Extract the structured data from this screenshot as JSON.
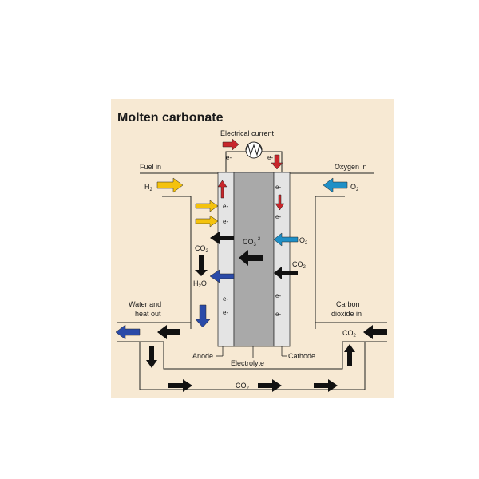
{
  "title": "Molten carbonate",
  "labels": {
    "electrical_current": "Electrical current",
    "fuel_in": "Fuel in",
    "oxygen_in": "Oxygen in",
    "water_line1": "Water and",
    "water_line2": "heat out",
    "carbon_line1": "Carbon",
    "carbon_line2": "dioxide in",
    "anode": "Anode",
    "cathode": "Cathode",
    "electrolyte": "Electrolyte",
    "electron": "e-"
  },
  "chemicals": {
    "h2": {
      "base": "H",
      "sub": "2",
      "sup": ""
    },
    "o2_in": {
      "base": "O",
      "sub": "2",
      "sup": ""
    },
    "o2_cathode": {
      "base": "O",
      "sub": "2",
      "sup": ""
    },
    "co3": {
      "base": "CO",
      "sub": "3",
      "sup": "-2"
    },
    "co2_anode": {
      "base": "CO",
      "sub": "2",
      "sup": ""
    },
    "co2_cathode": {
      "base": "CO",
      "sub": "2",
      "sup": ""
    },
    "co2_carbon_in": {
      "base": "CO",
      "sub": "2",
      "sup": ""
    },
    "co2_bottom": {
      "base": "CO",
      "sub": "2",
      "sup": ""
    },
    "h2o": {
      "base": "H",
      "sub": "2",
      "sup": "",
      "tail": "O"
    }
  },
  "colors": {
    "background": "#f7e9d3",
    "electrolyte": "#a9a9a9",
    "electrode": "#e4e4e4",
    "hydrogen_arrow": "#f4c20d",
    "oxygen_arrow": "#1f8fc6",
    "water_arrow": "#2a4aa8",
    "current_arrow": "#c8262b",
    "co2_arrow": "#111111"
  }
}
